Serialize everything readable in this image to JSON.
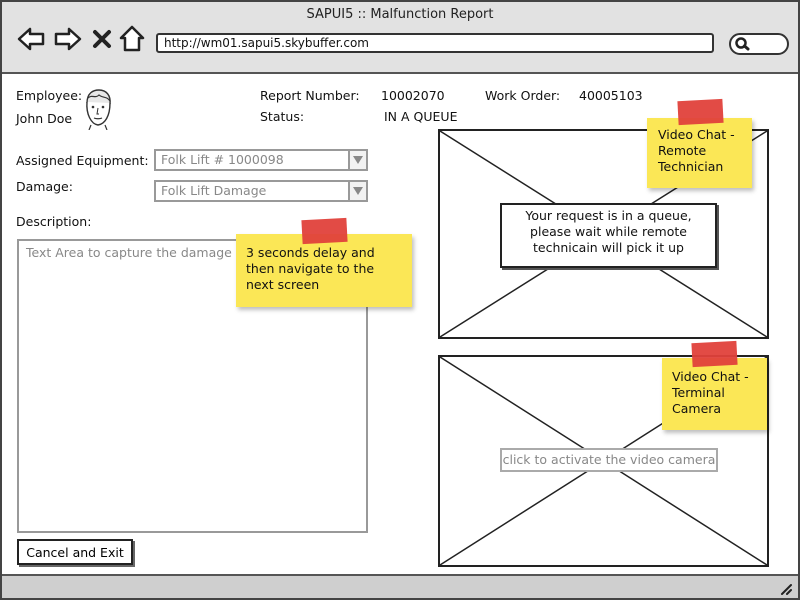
{
  "window": {
    "title": "SAPUI5 :: Malfunction Report",
    "url": "http://wm01.sapui5.skybuffer.com"
  },
  "nav_icons": [
    "back-arrow-icon",
    "forward-arrow-icon",
    "close-x-icon",
    "home-icon",
    "search-icon"
  ],
  "employee": {
    "label": "Employee:",
    "name": "John Doe"
  },
  "report": {
    "number_label": "Report Number:",
    "number_value": "10002070",
    "work_order_label": "Work Order:",
    "work_order_value": "40005103",
    "status_label": "Status:",
    "status_value": "IN A QUEUE"
  },
  "form": {
    "equipment_label": "Assigned Equipment:",
    "equipment_value": "Folk Lift # 1000098",
    "damage_label": "Damage:",
    "damage_value": "Folk Lift Damage",
    "description_label": "Description:",
    "description_placeholder": "Text Area to capture the damage"
  },
  "buttons": {
    "cancel_exit": "Cancel and Exit"
  },
  "video": {
    "queue_message": "Your request is in a queue, please wait while remote technicain will pick it up",
    "camera_button": "click to activate the video camera"
  },
  "notes": {
    "delay": "3 seconds delay and then navigate to the next screen",
    "remote_tech": "Video Chat - Remote Technician",
    "terminal_camera": "Video Chat - Terminal Camera"
  },
  "colors": {
    "sticky_note": "#fbe756",
    "tape": "#e0413b",
    "chrome": "#e2e2e2"
  }
}
